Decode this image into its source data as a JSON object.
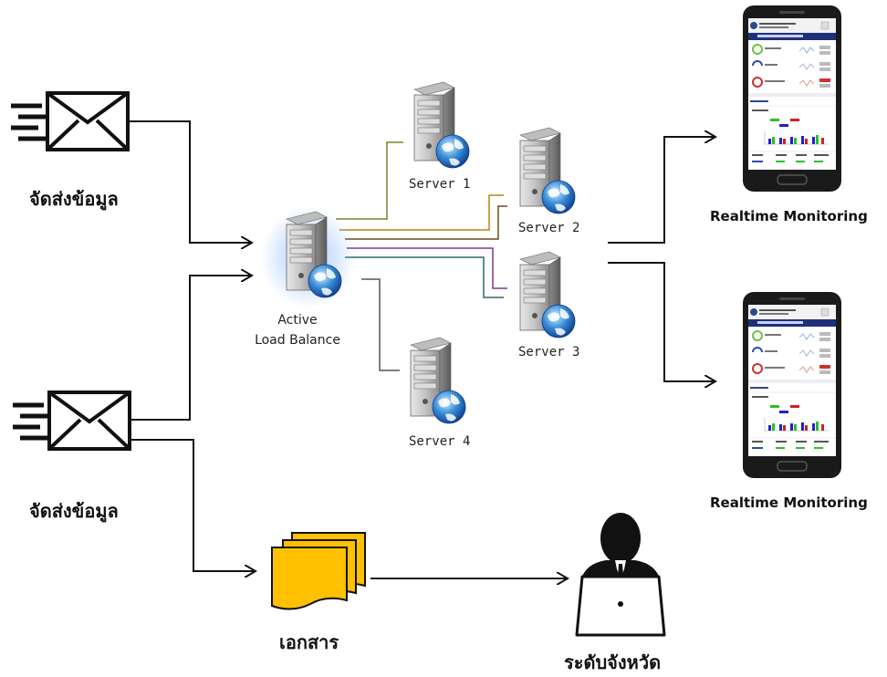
{
  "senders": [
    {
      "label": "จัดส่งข้อมูล",
      "icon": "envelope-icon"
    },
    {
      "label": "จัดส่งข้อมูล",
      "icon": "envelope-icon"
    }
  ],
  "load_balancer": {
    "line1": "Active",
    "line2": "Load Balance",
    "icon": "server-globe-icon"
  },
  "servers": [
    {
      "label": "Server 1"
    },
    {
      "label": "Server 2"
    },
    {
      "label": "Server 3"
    },
    {
      "label": "Server 4"
    }
  ],
  "monitors": [
    {
      "label": "Realtime Monitoring",
      "icon": "smartphone-icon"
    },
    {
      "label": "Realtime Monitoring",
      "icon": "smartphone-icon"
    }
  ],
  "document": {
    "label": "เอกสาร",
    "icon": "documents-icon"
  },
  "user": {
    "label": "ระดับจังหวัด",
    "icon": "user-laptop-icon"
  },
  "colors": {
    "line_server1": "#6a8a2a",
    "line_server2": "#b8860b",
    "line_server3_a": "#7a3a9a",
    "line_server3_b": "#2a6a6a",
    "line_server4": "#555555",
    "document_fill": "#ffc000",
    "arrow": "#111111"
  }
}
